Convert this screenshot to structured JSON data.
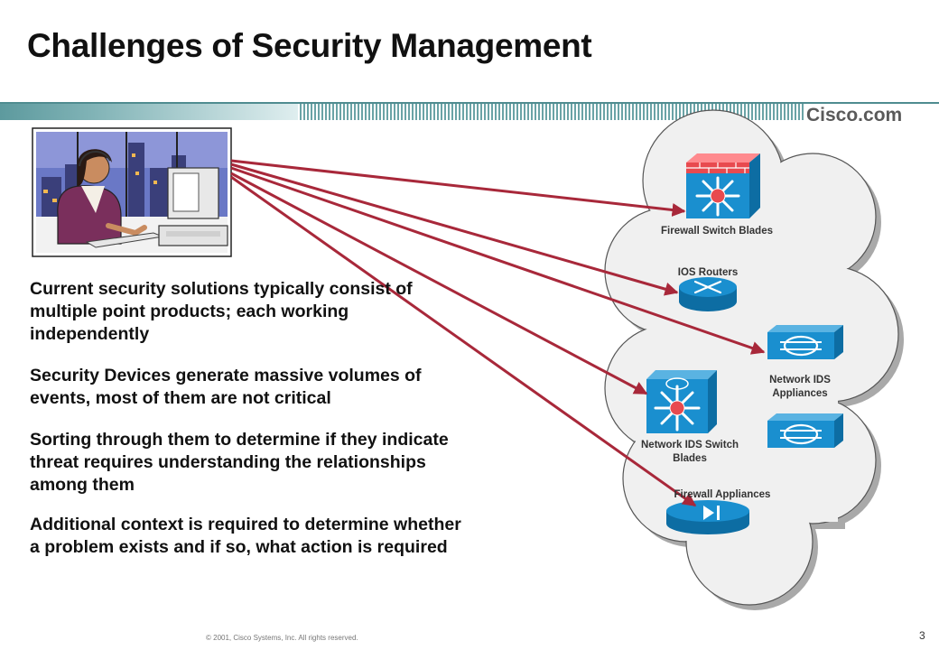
{
  "slide": {
    "title": "Challenges of Security Management",
    "logo": "Cisco.com",
    "footer": "© 2001, Cisco Systems, Inc. All rights reserved.",
    "page_number": "3"
  },
  "bullets": [
    "Current security solutions typically consist of multiple point products; each working independently",
    "Security Devices generate massive volumes of events, most of them are not critical",
    "Sorting through them to determine if they indicate threat requires understanding the relationships among them",
    "Additional context is required to determine whether a problem exists and if so, what action is required"
  ],
  "devices": {
    "firewall_switch_blades": "Firewall Switch Blades",
    "ios_routers": "IOS Routers",
    "network_ids_appliances": "Network IDS Appliances",
    "network_ids_switch_blades": "Network IDS Switch Blades",
    "firewall_appliances": "Firewall Appliances"
  },
  "colors": {
    "arrow": "#a8283a",
    "device_blue": "#1a8fcf",
    "band_teal": "#6aa3a6",
    "brick_red": "#e84a4f",
    "cloud_fill": "#f0f0f0"
  }
}
